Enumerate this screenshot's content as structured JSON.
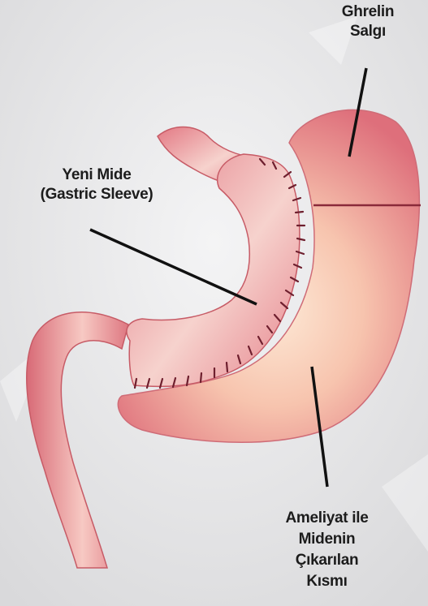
{
  "labels": {
    "ghrelin": [
      "Ghrelin",
      "Salgı"
    ],
    "sleeve": [
      "Yeni Mide",
      "(Gastric Sleeve)"
    ],
    "removed": [
      "Ameliyat ile",
      "Midenin",
      "Çıkarılan",
      "Kısmı"
    ]
  },
  "colors": {
    "background": "#e9e9ea",
    "stomach_pink": "#e8828a",
    "stomach_light": "#fbe3d2",
    "stomach_edge": "#c75b66",
    "staple_line": "#6e1f2e",
    "divider_line": "#8a2a3a",
    "pointer_line": "#111111",
    "text": "#1c1c1c"
  }
}
